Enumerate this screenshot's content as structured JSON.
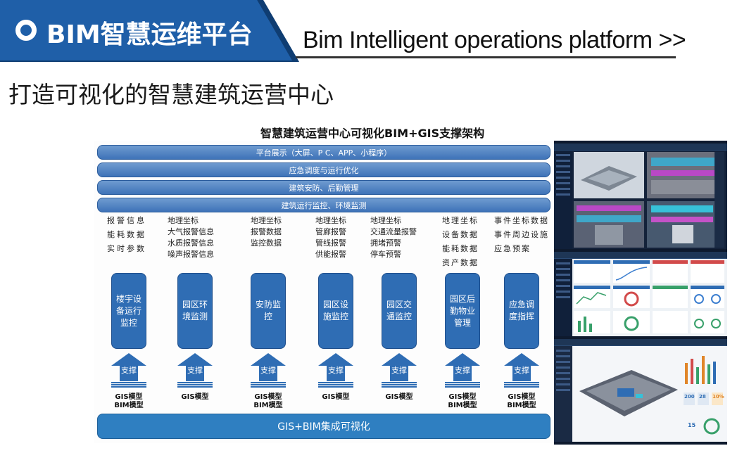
{
  "header": {
    "title": "BIM智慧运维平台",
    "subtitle": "Bim Intelligent operations platform >>"
  },
  "page_heading": "打造可视化的智慧建筑运营中心",
  "diagram": {
    "title": "智慧建筑运营中心可视化BIM+GIS支撑架构",
    "bands": [
      "平台展示（大屏、P C、APP、小程序）",
      "应急调度与运行优化",
      "建筑安防、后勤管理",
      "建筑运行监控、环境监测"
    ],
    "columns": [
      {
        "items": [
          "报警信息",
          "能耗数据",
          "实时参数"
        ],
        "module": "楼宇设备运行监控",
        "arrow": "支撑",
        "models": [
          "GIS模型",
          "BIM模型"
        ]
      },
      {
        "items": [
          "地理坐标",
          "大气报警信息",
          "水质报警信息",
          "噪声报警信息"
        ],
        "module": "园区环境监测",
        "arrow": "支撑",
        "models": [
          "GIS模型"
        ]
      },
      {
        "items": [
          "地理坐标",
          "报警数据",
          "监控数据"
        ],
        "module": "安防监控",
        "arrow": "支撑",
        "models": [
          "GIS模型",
          "BIM模型"
        ]
      },
      {
        "items": [
          "地理坐标",
          "管廊报警",
          "管线报警",
          "供能报警"
        ],
        "module": "园区设施监控",
        "arrow": "支撑",
        "models": [
          "GIS模型"
        ]
      },
      {
        "items": [
          "地理坐标",
          "交通流量报警",
          "拥堵预警",
          "停车预警"
        ],
        "module": "园区交通监控",
        "arrow": "支撑",
        "models": [
          "GIS模型"
        ]
      },
      {
        "items": [
          "地理坐标",
          "设备数据",
          "能耗数据",
          "资产数据"
        ],
        "module": "园区后勤物业管理",
        "arrow": "支撑",
        "models": [
          "GIS模型",
          "BIM模型"
        ]
      },
      {
        "items": [
          "事件坐标数据",
          "事件周边设施",
          "应急预案"
        ],
        "module": "应急调度指挥",
        "arrow": "支撑",
        "models": [
          "GIS模型",
          "BIM模型"
        ]
      }
    ],
    "base": "GIS+BIM集成可视化"
  },
  "panel_stats": {
    "a": "200",
    "b": "28",
    "c": "10%",
    "d": "15"
  },
  "colors": {
    "brand": "#1f5fa8",
    "band": "#3e73b8",
    "module": "#2f6db4",
    "base": "#2f7fc1"
  }
}
